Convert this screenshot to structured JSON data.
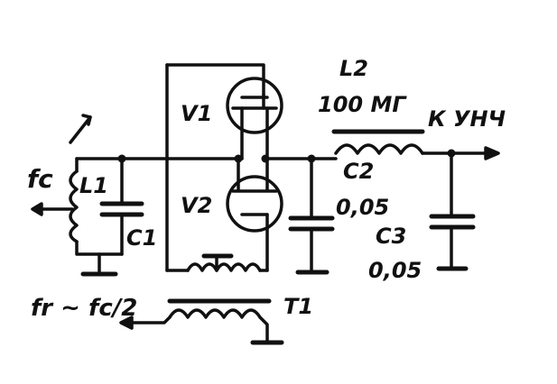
{
  "labels": {
    "L2": "L2",
    "L2_value": "100 МГ",
    "output": "К УНЧ",
    "V1": "V1",
    "V2": "V2",
    "fc": "fc",
    "L1": "L1",
    "C1": "C1",
    "C2": "C2",
    "C2_value": "0,05",
    "C3": "C3",
    "C3_value": "0,05",
    "T1": "T1",
    "fr": "fr ~ fc/2"
  },
  "colors": {
    "ink": "#111111",
    "paper": "#ffffff"
  }
}
